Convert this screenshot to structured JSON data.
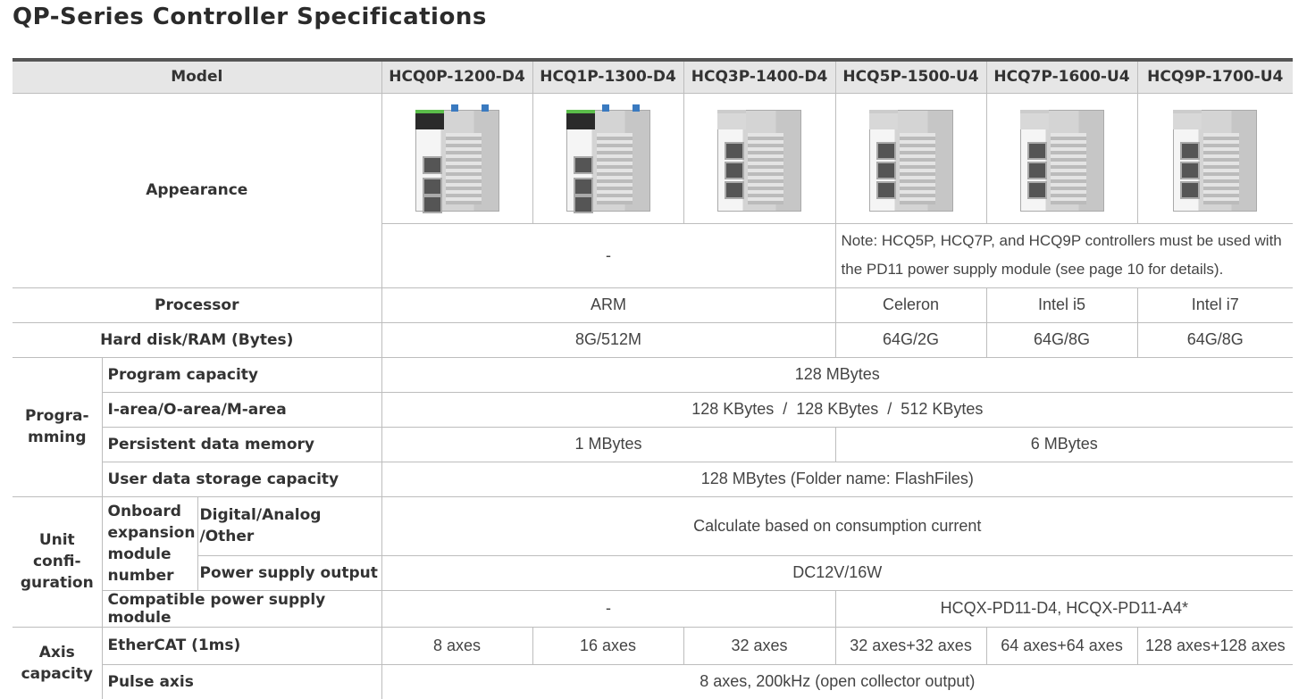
{
  "title": "QP-Series Controller Specifications",
  "header": {
    "model_label": "Model",
    "models": [
      "HCQ0P-1200-D4",
      "HCQ1P-1300-D4",
      "HCQ3P-1400-D4",
      "HCQ5P-1500-U4",
      "HCQ7P-1600-U4",
      "HCQ9P-1700-U4"
    ]
  },
  "appearance": {
    "label": "Appearance",
    "dash": "-",
    "note": "Note: HCQ5P, HCQ7P, and HCQ9P controllers must be used with the PD11 power supply module (see page 10 for details)."
  },
  "processor": {
    "label": "Processor",
    "values": [
      "ARM",
      "Celeron",
      "Intel i5",
      "Intel i7"
    ]
  },
  "storage": {
    "label": "Hard disk/RAM (Bytes)",
    "values": [
      "8G/512M",
      "64G/2G",
      "64G/8G",
      "64G/8G"
    ]
  },
  "programming": {
    "label": "Progra-\nmming",
    "program_capacity": {
      "label": "Program capacity",
      "value": "128 MBytes"
    },
    "areas": {
      "label": "I-area/O-area/M-area",
      "value": "128 KBytes  /  128 KBytes  /  512 KBytes"
    },
    "persistent": {
      "label": "Persistent data memory",
      "values": [
        "1 MBytes",
        "6 MBytes"
      ]
    },
    "user_storage": {
      "label": "User data storage capacity",
      "value": "128 MBytes (Folder name: FlashFiles)"
    }
  },
  "unit_config": {
    "label": "Unit\nconfi-\nguration",
    "onboard_label": "Onboard\nexpansion\nmodule\nnumber",
    "digital": {
      "label": "Digital/Analog\n/Other",
      "value": "Calculate based on consumption current"
    },
    "power_output": {
      "label": "Power supply output",
      "value": "DC12V/16W"
    },
    "compatible_psu": {
      "label": "Compatible power supply module",
      "values": [
        "-",
        "HCQX-PD11-D4, HCQX-PD11-A4*"
      ]
    }
  },
  "axis": {
    "label": "Axis\ncapacity",
    "ethercat": {
      "label": "EtherCAT (1ms)",
      "values": [
        "8 axes",
        "16 axes",
        "32 axes",
        "32 axes+32 axes",
        "64 axes+64 axes",
        "128 axes+128 axes"
      ]
    },
    "pulse": {
      "label": "Pulse axis",
      "value": "8 axes, 200kHz (open collector output)"
    }
  }
}
